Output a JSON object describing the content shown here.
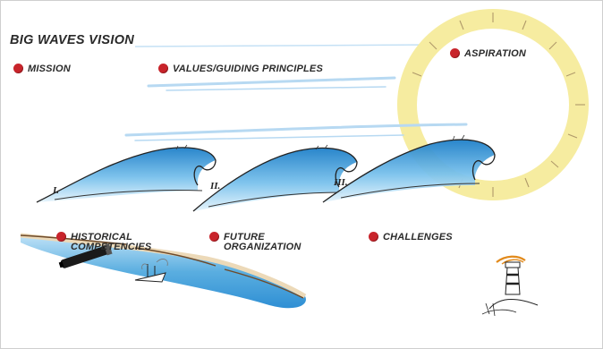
{
  "title": "BIG WAVES VISION",
  "labels": {
    "mission": "MISSION",
    "values": "VALUES/GUIDING PRINCIPLES",
    "aspiration": "ASPIRATION",
    "historical_line1": "HISTORICAL",
    "historical_line2": "COMPETENCIES",
    "future_line1": "FUTURE",
    "future_line2": "ORGANIZATION",
    "challenges": "CHALLENGES"
  },
  "wave_numerals": [
    "I.",
    "II.",
    "III."
  ],
  "colors": {
    "bullet": "#c8242b",
    "sun": "#f6eca0",
    "water": "#5aaee0",
    "sky_lines": "#b7d9f2",
    "sand": "#ecd9b8"
  },
  "icons": [
    "sun-icon",
    "wave-icon",
    "lighthouse-icon",
    "cannon-icon",
    "ship-icon"
  ]
}
